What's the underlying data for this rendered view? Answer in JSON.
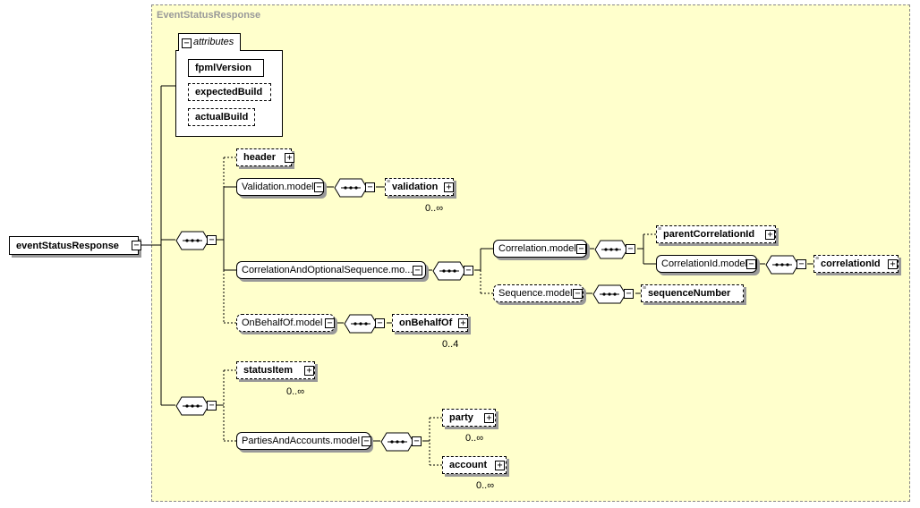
{
  "complex_type_title": "EventStatusResponse",
  "root": {
    "label": "eventStatusResponse"
  },
  "attributes": {
    "tab_label": "attributes",
    "items": [
      {
        "label": "fpmlVersion"
      },
      {
        "label": "expectedBuild"
      },
      {
        "label": "actualBuild"
      }
    ]
  },
  "elements": {
    "header": "header",
    "validation_model": "Validation.model",
    "validation": "validation",
    "validation_card": "0..∞",
    "correlation_optional_sequence_model": "CorrelationAndOptionalSequence.mo...",
    "correlation_model": "Correlation.model",
    "parent_correlation_id": "parentCorrelationId",
    "correlation_id_model": "CorrelationId.model",
    "correlation_id": "correlationId",
    "sequence_model": "Sequence.model",
    "sequence_number": "sequenceNumber",
    "on_behalf_of_model": "OnBehalfOf.model",
    "on_behalf_of": "onBehalfOf",
    "on_behalf_of_card": "0..4",
    "status_item": "statusItem",
    "status_item_card": "0..∞",
    "parties_and_accounts_model": "PartiesAndAccounts.model",
    "party": "party",
    "party_card": "0..∞",
    "account": "account",
    "account_card": "0..∞"
  },
  "toggle_symbols": {
    "collapse": "−",
    "expand": "+"
  },
  "icon_names": [
    "sequence-compositor-icon",
    "collapse-toggle-icon",
    "expand-toggle-icon",
    "documentation-icon"
  ]
}
